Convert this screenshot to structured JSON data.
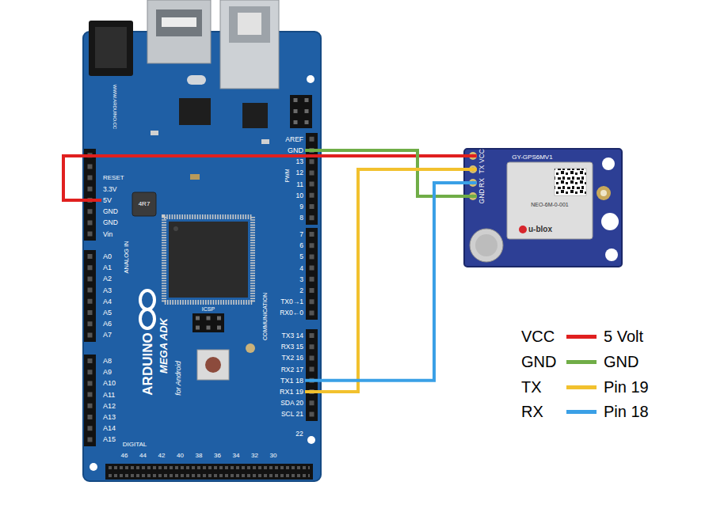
{
  "diagram": {
    "nodes": [
      {
        "text": [
          "ARDUINO",
          "MEGA ADK",
          "for Android"
        ]
      },
      {
        "text": [
          "5V"
        ],
        "in": 0
      },
      {
        "text": [
          "GND"
        ],
        "in": 0
      },
      {
        "text": [
          "TX1 18"
        ],
        "in": 0
      },
      {
        "text": [
          "RX1 19"
        ],
        "in": 0
      },
      {
        "text": [
          "GY-GPS6MV1"
        ]
      },
      {
        "text": [
          "VCC"
        ],
        "in": 5
      },
      {
        "text": [
          "TX"
        ],
        "in": 5
      },
      {
        "text": [
          "RX"
        ],
        "in": 5
      },
      {
        "text": [
          "GND"
        ],
        "in": 5
      }
    ],
    "edges": [
      {
        "from": 1,
        "to": 6,
        "arrow": "none"
      },
      {
        "from": 2,
        "to": 9,
        "arrow": "none"
      },
      {
        "from": 4,
        "to": 7,
        "arrow": "none"
      },
      {
        "from": 3,
        "to": 8,
        "arrow": "none"
      }
    ],
    "labels": [
      "WWW.ARDUINO.CC",
      "AREF",
      "13",
      "12",
      "11",
      "10",
      "9",
      "8",
      "PWM",
      "7",
      "6",
      "5",
      "4",
      "3",
      "2",
      "TX0→1",
      "RX0←0",
      "COMMUNICATION",
      "TX3 14",
      "RX3 15",
      "TX2 16",
      "RX2 17",
      "SDA 20",
      "SCL 21",
      "22",
      "RESET",
      "3.3V",
      "GND",
      "GND",
      "Vin",
      "A0",
      "A1",
      "A2",
      "A3",
      "A4",
      "A5",
      "A6",
      "A7",
      "A8",
      "A9",
      "A10",
      "A11",
      "A12",
      "A13",
      "A14",
      "A15",
      "ANALOG IN",
      "4R7",
      "ICSP",
      "DIGITAL",
      "46",
      "44",
      "42",
      "40",
      "38",
      "36",
      "34",
      "32",
      "30",
      "NEO-6M-0-001",
      "u-blox",
      "5 Volt",
      "GND",
      "Pin 19",
      "Pin 18"
    ],
    "legend": [
      {
        "text": "VCC",
        "color": "#e0201f"
      },
      {
        "text": "GND",
        "color": "#70ad47"
      },
      {
        "text": "TX",
        "color": "#f2c12e"
      },
      {
        "text": "RX",
        "color": "#3aa0e6"
      }
    ]
  }
}
